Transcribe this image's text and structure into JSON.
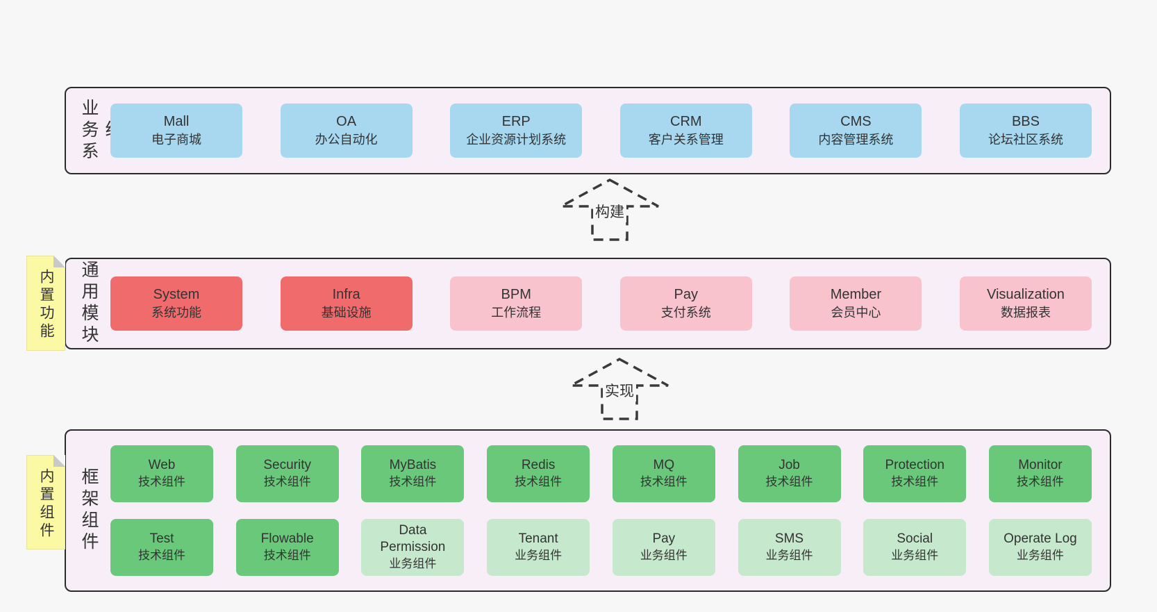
{
  "colors": {
    "page_bg": "#f7f7f7",
    "band_bg": "#f8eef7",
    "border": "#2b2b2b",
    "blue": "#a7d8f0",
    "red": "#f06b6b",
    "pink": "#f9c3cd",
    "green_dark": "#69c87a",
    "green_light": "#c6e9cd",
    "tag_yellow": "#fbf9a3",
    "text": "#333333"
  },
  "bands": [
    {
      "id": "business-systems",
      "label": "业务系统",
      "rows": [
        [
          {
            "title": "Mall",
            "subtitle": "电子商城",
            "type": "blue"
          },
          {
            "title": "OA",
            "subtitle": "办公自动化",
            "type": "blue"
          },
          {
            "title": "ERP",
            "subtitle": "企业资源计划系统",
            "type": "blue"
          },
          {
            "title": "CRM",
            "subtitle": "客户关系管理",
            "type": "blue"
          },
          {
            "title": "CMS",
            "subtitle": "内容管理系统",
            "type": "blue"
          },
          {
            "title": "BBS",
            "subtitle": "论坛社区系统",
            "type": "blue"
          }
        ]
      ]
    },
    {
      "id": "common-modules",
      "label": "通用模块",
      "tag": "内置功能",
      "rows": [
        [
          {
            "title": "System",
            "subtitle": "系统功能",
            "type": "red"
          },
          {
            "title": "Infra",
            "subtitle": "基础设施",
            "type": "red"
          },
          {
            "title": "BPM",
            "subtitle": "工作流程",
            "type": "pink"
          },
          {
            "title": "Pay",
            "subtitle": "支付系统",
            "type": "pink"
          },
          {
            "title": "Member",
            "subtitle": "会员中心",
            "type": "pink"
          },
          {
            "title": "Visualization",
            "subtitle": "数据报表",
            "type": "pink"
          }
        ]
      ]
    },
    {
      "id": "framework-components",
      "label": "框架组件",
      "tag": "内置组件",
      "rows": [
        [
          {
            "title": "Web",
            "subtitle": "技术组件",
            "type": "gdark"
          },
          {
            "title": "Security",
            "subtitle": "技术组件",
            "type": "gdark"
          },
          {
            "title": "MyBatis",
            "subtitle": "技术组件",
            "type": "gdark"
          },
          {
            "title": "Redis",
            "subtitle": "技术组件",
            "type": "gdark"
          },
          {
            "title": "MQ",
            "subtitle": "技术组件",
            "type": "gdark"
          },
          {
            "title": "Job",
            "subtitle": "技术组件",
            "type": "gdark"
          },
          {
            "title": "Protection",
            "subtitle": "技术组件",
            "type": "gdark"
          },
          {
            "title": "Monitor",
            "subtitle": "技术组件",
            "type": "gdark"
          }
        ],
        [
          {
            "title": "Test",
            "subtitle": "技术组件",
            "type": "gdark"
          },
          {
            "title": "Flowable",
            "subtitle": "技术组件",
            "type": "gdark"
          },
          {
            "title": "Data Permission",
            "subtitle": "业务组件",
            "type": "glight"
          },
          {
            "title": "Tenant",
            "subtitle": "业务组件",
            "type": "glight"
          },
          {
            "title": "Pay",
            "subtitle": "业务组件",
            "type": "glight"
          },
          {
            "title": "SMS",
            "subtitle": "业务组件",
            "type": "glight"
          },
          {
            "title": "Social",
            "subtitle": "业务组件",
            "type": "glight"
          },
          {
            "title": "Operate Log",
            "subtitle": "业务组件",
            "type": "glight"
          }
        ]
      ]
    }
  ],
  "arrows": [
    {
      "label": "构建"
    },
    {
      "label": "实现"
    }
  ]
}
